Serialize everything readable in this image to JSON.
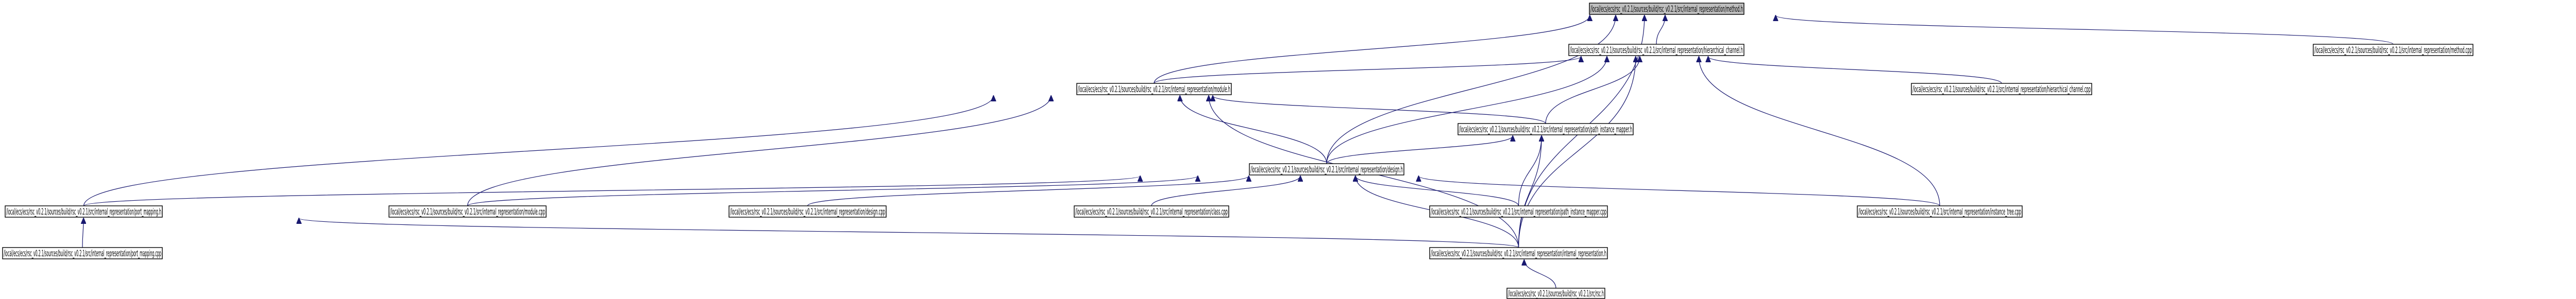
{
  "graph": {
    "nodes": [
      {
        "id": "method_h",
        "label": "/local/ecs/ecs/rsc_v0.2.1/sources/build/rsc_v0.2.1/src/internal_representation/method.h",
        "root": true
      },
      {
        "id": "hierarchical_channel_h",
        "label": "/local/ecs/ecs/rsc_v0.2.1/sources/build/rsc_v0.2.1/src/internal_representation/hierarchical_channel.h"
      },
      {
        "id": "method_cpp",
        "label": "/local/ecs/ecs/rsc_v0.2.1/sources/build/rsc_v0.2.1/src/internal_representation/method.cpp"
      },
      {
        "id": "module_h",
        "label": "/local/ecs/ecs/rsc_v0.2.1/sources/build/rsc_v0.2.1/src/internal_representation/module.h"
      },
      {
        "id": "hierarchical_channel_cpp",
        "label": "/local/ecs/ecs/rsc_v0.2.1/sources/build/rsc_v0.2.1/src/internal_representation/hierarchical_channel.cpp"
      },
      {
        "id": "path_instance_mapper_h",
        "label": "/local/ecs/ecs/rsc_v0.2.1/sources/build/rsc_v0.2.1/src/internal_representation/path_instance_mapper.h"
      },
      {
        "id": "design_h",
        "label": "/local/ecs/ecs/rsc_v0.2.1/sources/build/rsc_v0.2.1/src/internal_representation/design.h"
      },
      {
        "id": "port_mapping_h",
        "label": "/local/ecs/ecs/rsc_v0.2.1/sources/build/rsc_v0.2.1/src/internal_representation/port_mapping.h"
      },
      {
        "id": "module_cpp",
        "label": "/local/ecs/ecs/rsc_v0.2.1/sources/build/rsc_v0.2.1/src/internal_representation/module.cpp"
      },
      {
        "id": "design_cpp",
        "label": "/local/ecs/ecs/rsc_v0.2.1/sources/build/rsc_v0.2.1/src/internal_representation/design.cpp"
      },
      {
        "id": "class_cpp",
        "label": "/local/ecs/ecs/rsc_v0.2.1/sources/build/rsc_v0.2.1/src/internal_representation/class.cpp"
      },
      {
        "id": "path_instance_mapper_cpp",
        "label": "/local/ecs/ecs/rsc_v0.2.1/sources/build/rsc_v0.2.1/src/internal_representation/path_instance_mapper.cpp"
      },
      {
        "id": "instance_tree_cpp",
        "label": "/local/ecs/ecs/rsc_v0.2.1/sources/build/rsc_v0.2.1/src/internal_representation/instance_tree.cpp"
      },
      {
        "id": "port_mapping_cpp",
        "label": "/local/ecs/ecs/rsc_v0.2.1/sources/build/rsc_v0.2.1/src/internal_representation/port_mapping.cpp"
      },
      {
        "id": "internal_representation_h",
        "label": "/local/ecs/ecs/rsc_v0.2.1/sources/build/rsc_v0.2.1/src/internal_representation/internal_representation.h"
      },
      {
        "id": "rsc_h",
        "label": "/local/ecs/ecs/rsc_v0.2.1/sources/build/rsc_v0.2.1/src/rsc.h"
      }
    ],
    "edges": [
      [
        "hierarchical_channel_h",
        "method_h"
      ],
      [
        "method_cpp",
        "method_h"
      ],
      [
        "module_h",
        "method_h"
      ],
      [
        "design_h",
        "method_h"
      ],
      [
        "internal_representation_h",
        "method_h"
      ],
      [
        "module_h",
        "hierarchical_channel_h"
      ],
      [
        "hierarchical_channel_cpp",
        "hierarchical_channel_h"
      ],
      [
        "path_instance_mapper_h",
        "hierarchical_channel_h"
      ],
      [
        "design_h",
        "hierarchical_channel_h"
      ],
      [
        "instance_tree_cpp",
        "hierarchical_channel_h"
      ],
      [
        "internal_representation_h",
        "hierarchical_channel_h"
      ],
      [
        "path_instance_mapper_h",
        "module_h"
      ],
      [
        "design_h",
        "module_h"
      ],
      [
        "port_mapping_h",
        "module_h"
      ],
      [
        "module_cpp",
        "module_h"
      ],
      [
        "internal_representation_h",
        "module_h"
      ],
      [
        "design_h",
        "path_instance_mapper_h"
      ],
      [
        "path_instance_mapper_cpp",
        "path_instance_mapper_h"
      ],
      [
        "internal_representation_h",
        "path_instance_mapper_h"
      ],
      [
        "port_mapping_h",
        "design_h"
      ],
      [
        "module_cpp",
        "design_h"
      ],
      [
        "design_cpp",
        "design_h"
      ],
      [
        "class_cpp",
        "design_h"
      ],
      [
        "path_instance_mapper_cpp",
        "design_h"
      ],
      [
        "instance_tree_cpp",
        "design_h"
      ],
      [
        "internal_representation_h",
        "design_h"
      ],
      [
        "port_mapping_cpp",
        "port_mapping_h"
      ],
      [
        "internal_representation_h",
        "port_mapping_h"
      ],
      [
        "rsc_h",
        "internal_representation_h"
      ]
    ]
  }
}
